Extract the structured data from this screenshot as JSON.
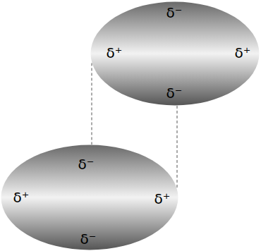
{
  "diagram": {
    "nodes": [
      {
        "text": [
          "δ⁻",
          "δ⁺",
          "δ⁺",
          "δ⁻"
        ]
      },
      {
        "text": [
          "δ⁻",
          "δ⁺",
          "δ⁺",
          "δ⁻"
        ]
      }
    ],
    "edges": [
      {
        "from": 0,
        "to": 1,
        "arrow": "none"
      },
      {
        "from": 0,
        "to": 1,
        "arrow": "none"
      }
    ]
  }
}
